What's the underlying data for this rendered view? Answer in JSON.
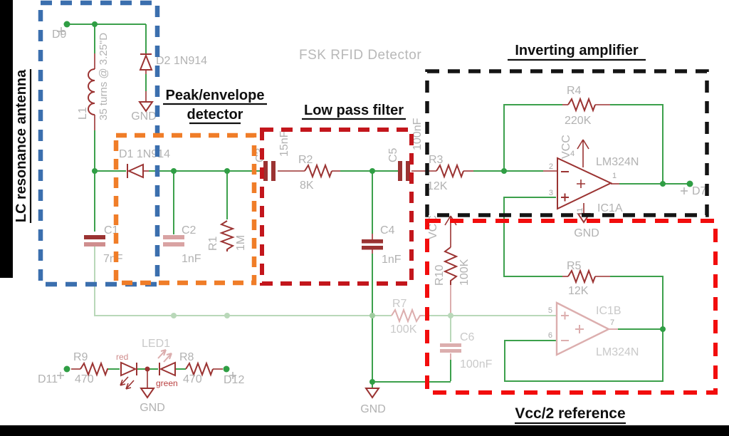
{
  "title": "FSK RFID Detector",
  "annotations": {
    "lc_antenna": "LC resonance antenna",
    "peak_line1": "Peak/envelope",
    "peak_line2": "detector",
    "low_pass": "Low pass filter",
    "inverting": "Inverting amplifier",
    "vcc2": "Vcc/2 reference"
  },
  "colors": {
    "box_blue": "#3b6fae",
    "box_orange": "#f07d28",
    "box_lowpass": "#c3161c",
    "box_black": "#141414",
    "box_red": "#f20d0d",
    "wire_green": "#3ca04c",
    "component_red": "#9b3332",
    "faded_pink": "#dcaeae",
    "label_gray": "#b2b2b2"
  },
  "components": {
    "d9": "D9",
    "d7": "D7",
    "d11": "D11",
    "d12": "D12",
    "l1": "L1",
    "l1_note": "35 turns @ 3.25\"D",
    "d2": "D2 1N914",
    "d1": "D1 1N914",
    "c1": "C1",
    "c1_value": "7nF",
    "c2": "C2",
    "c2_value": "1nF",
    "c3": "C3",
    "c3_value": "15nF",
    "c4": "C4",
    "c4_value": "1nF",
    "c5": "C5",
    "c5_value": "100nF",
    "c6": "C6",
    "c6_value": "100nF",
    "r1": "R1",
    "r1_value": "1M",
    "r2": "R2",
    "r2_value": "8K",
    "r3": "R3",
    "r3_value": "12K",
    "r4": "R4",
    "r4_value": "220K",
    "r5": "R5",
    "r5_value": "12K",
    "r7": "R7",
    "r7_value": "100K",
    "r8": "R8",
    "r8_value": "470",
    "r9": "R9",
    "r9_value": "470",
    "r10": "R10",
    "r10_value": "100K",
    "ic1a": "IC1A",
    "ic1a_part": "LM324N",
    "ic1b": "IC1B",
    "ic1b_part": "LM324N",
    "led1": "LED1",
    "led_red": "red",
    "led_green": "green"
  },
  "power": {
    "vcc": "VCC",
    "gnd": "GND"
  },
  "pins": {
    "p1": "1",
    "p2": "2",
    "p3": "3",
    "p4": "4",
    "p5": "5",
    "p6": "6",
    "p7": "7",
    "p11": "11"
  }
}
